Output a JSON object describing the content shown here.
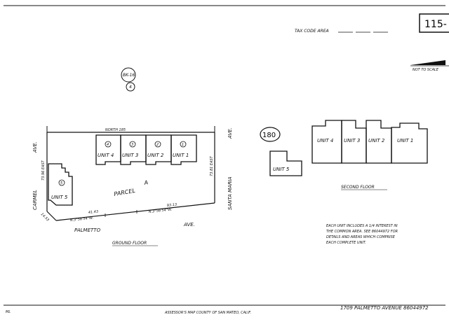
{
  "header": {
    "page_number": "115-",
    "tax_code_area_label": "TAX CODE AREA",
    "scale_note": "NOT TO SCALE"
  },
  "book": {
    "ref": "BK-16",
    "page": "4"
  },
  "streets": {
    "carmel": "CARMEL",
    "carmel_ave": "AVE.",
    "santa_maria": "SANTA MARIA",
    "santa_maria_ave": "AVE.",
    "palmetto": "PALMETTO",
    "palmetto_ave": "AVE."
  },
  "ground": {
    "north_dim": "NORTH 185",
    "parcel": "PARCEL",
    "parcel_letter": "A",
    "caption": "GROUND FLOOR",
    "units": [
      {
        "label": "UNIT 4",
        "num": "4"
      },
      {
        "label": "UNIT 3",
        "num": "3"
      },
      {
        "label": "UNIT 2",
        "num": "2"
      },
      {
        "label": "UNIT 1",
        "num": "1"
      }
    ],
    "unit5": {
      "label": "UNIT 5",
      "num": "5"
    },
    "dims": {
      "west_side": "73.96 EAST",
      "east_side": "73.81 EAST",
      "south_left": "41.43",
      "south_bearing_left": "N.3°56'54\"W.",
      "south_right": "93.13",
      "south_bearing_right": "N.3°56'54\"W.",
      "corner": "14.53"
    }
  },
  "second": {
    "parcel_num": "180",
    "unit5_label": "UNIT 5",
    "caption": "SECOND FLOOR",
    "units": [
      "UNIT 4",
      "UNIT 3",
      "UNIT 2",
      "UNIT 1"
    ]
  },
  "note": {
    "lines": [
      "EACH UNIT INCLUDES A 1/4 INTEREST IN",
      "THE COMMON AREA. SEE 86044972 FOR",
      "DETAILS AND AREAS WHICH COMPRISE",
      "EACH COMPLETE UNIT."
    ]
  },
  "footer": {
    "initials": "ML",
    "assessor": "ASSESSOR'S MAP COUNTY OF SAN MATEO, CALIF.",
    "address": "1709 PALMETTO AVENUE 86044972"
  }
}
